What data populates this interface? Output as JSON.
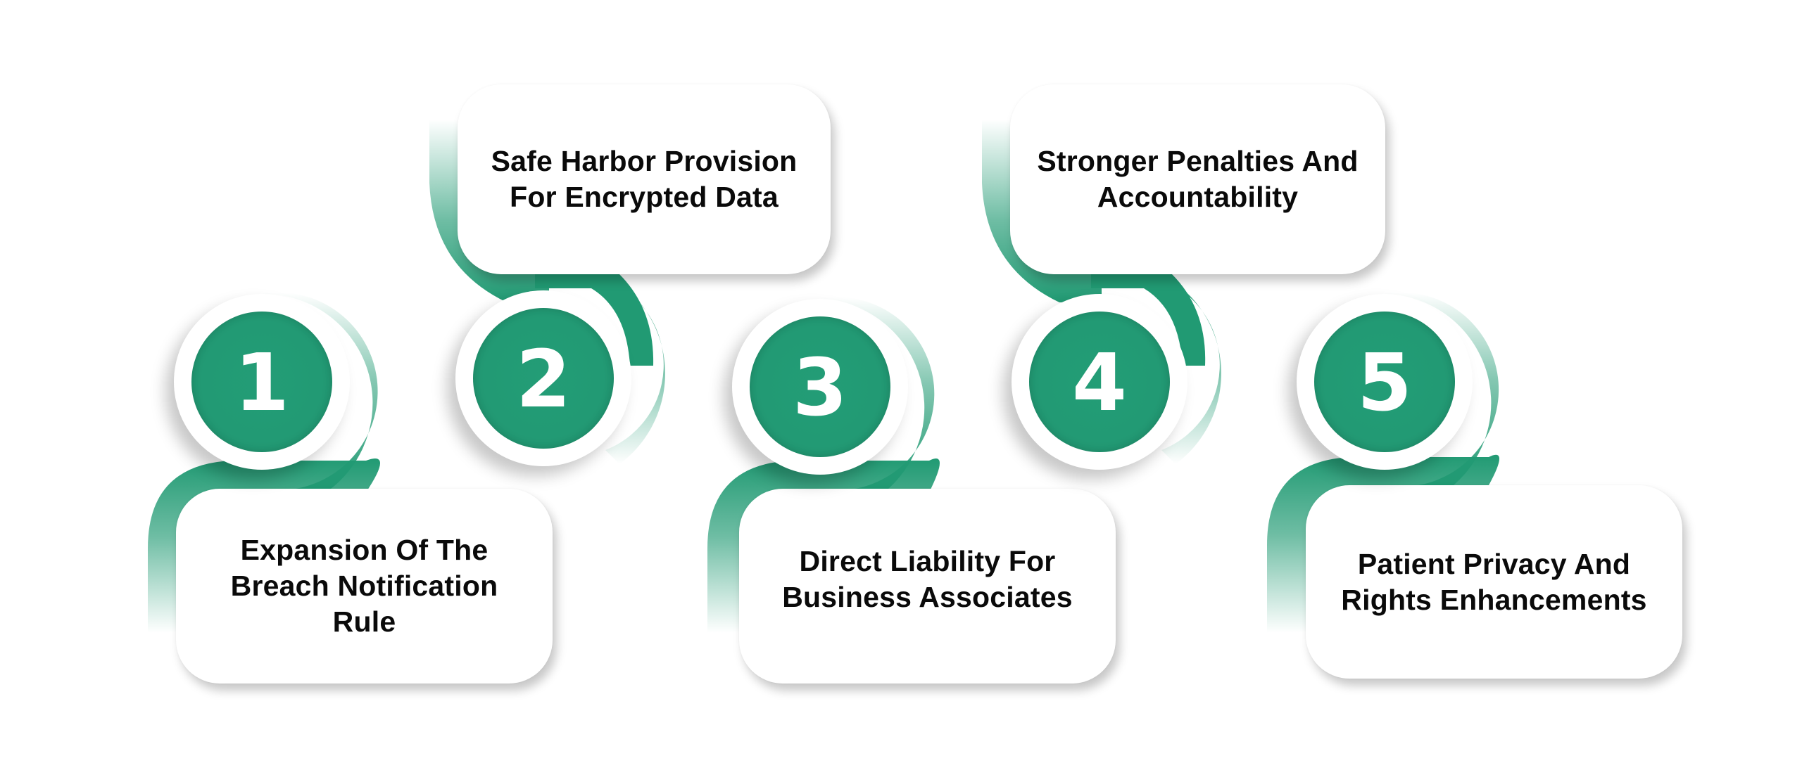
{
  "diagram": {
    "type": "numbered-process-steps",
    "colors": {
      "accent_green": "#219A73",
      "accent_green_dark": "#1D8564",
      "card_background": "#FFFFFF",
      "text": "#0A0A0A",
      "page_background": "#FFFFFF"
    },
    "steps": [
      {
        "number": "1",
        "label": "Expansion Of The\nBreach Notification Rule",
        "line1": "Expansion Of The",
        "line2": "Breach Notification Rule",
        "card_position": "below"
      },
      {
        "number": "2",
        "label": "Safe Harbor Provision\nFor Encrypted Data",
        "line1": "Safe Harbor Provision",
        "line2": "For Encrypted Data",
        "card_position": "above"
      },
      {
        "number": "3",
        "label": "Direct Liability For\nBusiness Associates",
        "line1": "Direct Liability For",
        "line2": "Business Associates",
        "card_position": "below"
      },
      {
        "number": "4",
        "label": "Stronger Penalties And\nAccountability",
        "line1": "Stronger Penalties And",
        "line2": "Accountability",
        "card_position": "above"
      },
      {
        "number": "5",
        "label": "Patient Privacy And\nRights Enhancements",
        "line1": "Patient Privacy And",
        "line2": "Rights Enhancements",
        "card_position": "below"
      }
    ]
  }
}
